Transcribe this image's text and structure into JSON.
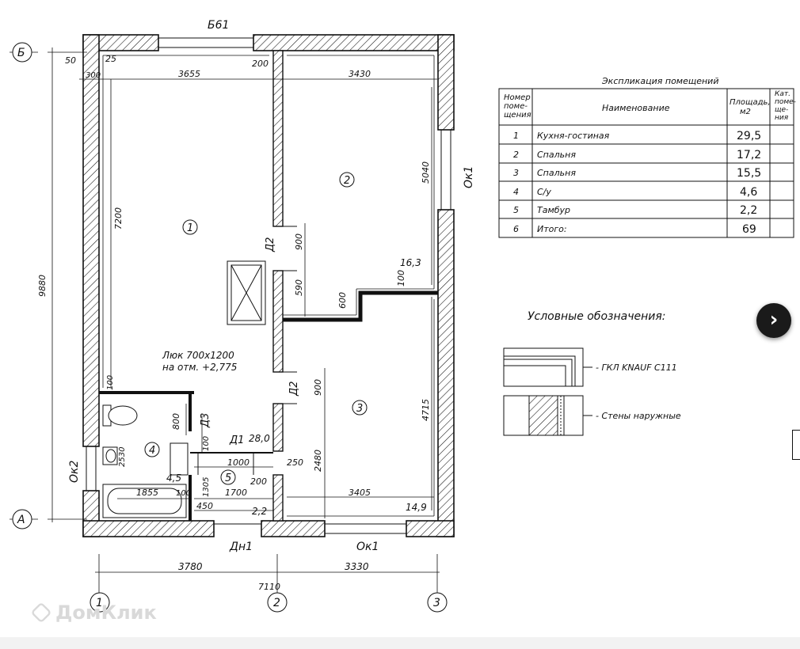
{
  "plan": {
    "axes": {
      "B": "Б",
      "A": "А",
      "n1": "1",
      "n2": "2",
      "n3": "3"
    },
    "marks": {
      "b61": "Б61",
      "ok1_right": "Ок1",
      "ok1_bottom": "Ок1",
      "ok2": "Ок2",
      "dn1": "Дн1",
      "d1": "Д1",
      "d2_top": "Д2",
      "d2_bottom": "Д2",
      "d3": "Д3"
    },
    "dims": {
      "d50": "50",
      "d25": "25",
      "d300": "300",
      "d3655": "3655",
      "d200_top": "200",
      "d3430": "3430",
      "d9880": "9880",
      "d7200": "7200",
      "d5040": "5040",
      "d900_top": "900",
      "d590": "590",
      "d600": "600",
      "d100_mid": "100",
      "d16_3": "16,3",
      "d900_bot": "900",
      "d4715": "4715",
      "d2480": "2480",
      "d3405": "3405",
      "d14_9": "14,9",
      "d100_wc": "100",
      "d800": "800",
      "d100_d3": "100",
      "d28_0": "28,0",
      "d1000": "1000",
      "d250": "250",
      "d2530": "2530",
      "d4_5": "4,5",
      "d1305": "1305",
      "d1700": "1700",
      "d200_mid": "200",
      "d1855": "1855",
      "d100_bath": "100",
      "d450": "450",
      "d2_2": "2,2",
      "d3780": "3780",
      "d3330": "3330",
      "d7110": "7110"
    },
    "room_numbers": {
      "r1": "1",
      "r2": "2",
      "r3": "3",
      "r4": "4",
      "r5": "5"
    },
    "hatch_note": {
      "line1": "Люк  700х1200",
      "line2": "на отм. +2,775"
    }
  },
  "explication": {
    "title": "Экспликация помещений",
    "headers": {
      "num": [
        "Номер",
        "поме-",
        "щения"
      ],
      "name": "Наименование",
      "area": [
        "Площадь,",
        "м2"
      ],
      "cat": [
        "Кат.",
        "поме-",
        "ще-",
        "ния"
      ]
    },
    "rows": [
      {
        "num": "1",
        "name": "Кухня-гостиная",
        "area": "29,5"
      },
      {
        "num": "2",
        "name": "Спальня",
        "area": "17,2"
      },
      {
        "num": "3",
        "name": "Спальня",
        "area": "15,5"
      },
      {
        "num": "4",
        "name": "С/у",
        "area": "4,6"
      },
      {
        "num": "5",
        "name": "Тамбур",
        "area": "2,2"
      },
      {
        "num": "6",
        "name": "Итого:",
        "area": "69"
      }
    ]
  },
  "legend": {
    "title": "Условные обозначения:",
    "items": [
      {
        "label": "- ГКЛ KNAUF С111"
      },
      {
        "label": "- Стены наружные"
      }
    ]
  },
  "watermark": "ДомКлик",
  "nav": {
    "next_icon": "chevron-right-icon",
    "next_glyph": "›"
  }
}
